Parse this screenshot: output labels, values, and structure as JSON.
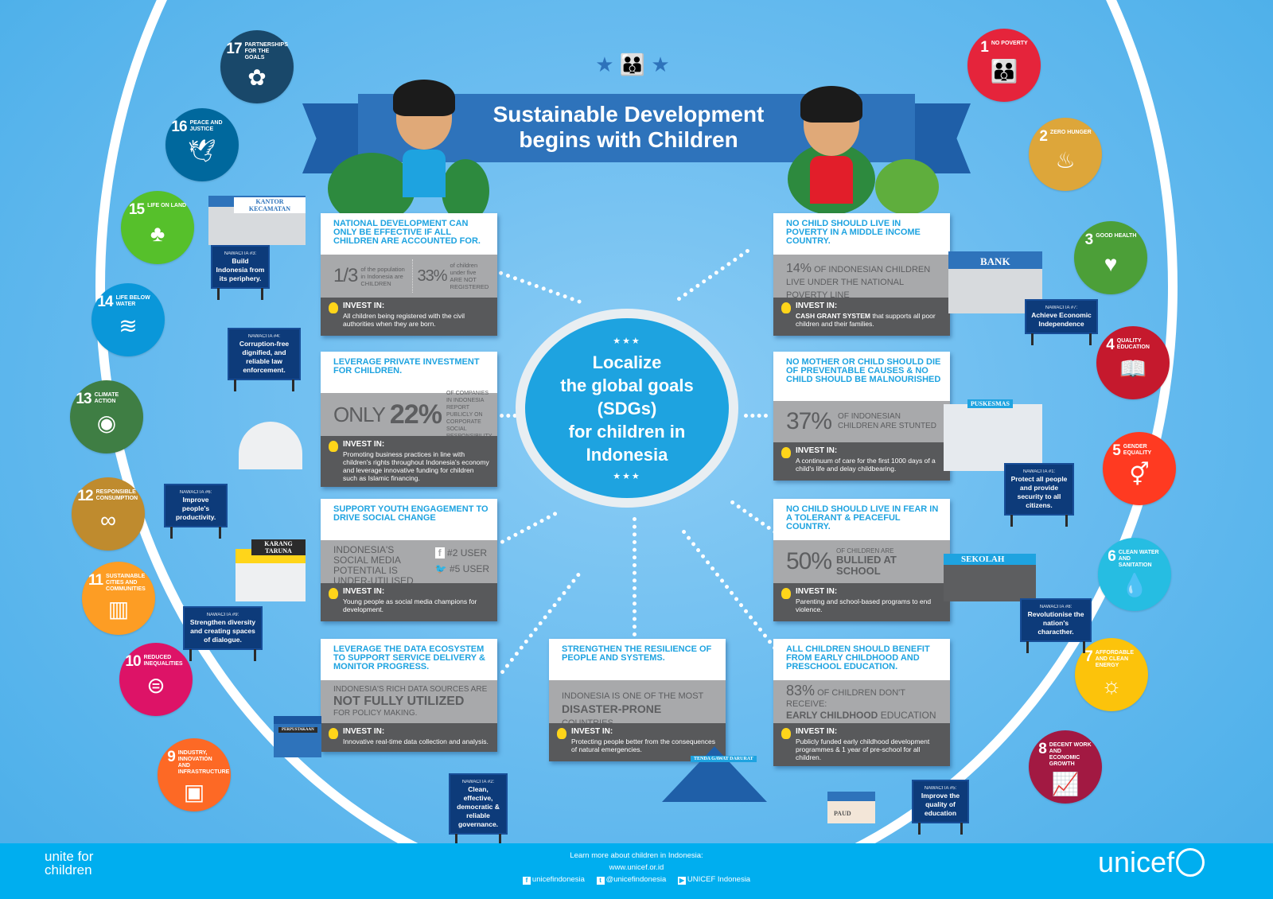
{
  "header": {
    "title_line1": "Sustainable Development",
    "title_line2": "begins with Children",
    "top_icon": "★ 👪 ★"
  },
  "center": {
    "stars": "★★★",
    "line1": "Localize",
    "line2": "the global goals",
    "line3": "(SDGs)",
    "line4": "for children in",
    "line5": "Indonesia"
  },
  "cards": [
    {
      "heading": "National development can only be effective if all children are accounted for.",
      "stat_a_big": "1/3",
      "stat_a_text": "of the population in Indonesia are CHILDREN",
      "stat_b_big": "33%",
      "stat_b_text": "of children under five ARE NOT REGISTERED",
      "invest_label": "INVEST IN:",
      "invest_text": "All children being registered with the civil authorities when they are born."
    },
    {
      "heading": "Leverage private investment for children.",
      "stat_prefix": "ONLY",
      "stat_big": "22%",
      "stat_text": "OF COMPANIES IN INDONESIA REPORT PUBLICLY ON CORPORATE SOCIAL RESPONSIBILITY",
      "invest_label": "INVEST IN:",
      "invest_text": "Promoting business practices in line with children's rights throughout Indonesia's economy and leverage innovative funding for children such as Islamic financing."
    },
    {
      "heading": "Support youth engagement to drive social change",
      "stat_text": "INDONESIA'S SOCIAL MEDIA POTENTIAL IS UNDER-UTILISED",
      "facebook_rank": "#2 USER",
      "twitter_rank": "#5 USER",
      "invest_label": "INVEST IN:",
      "invest_text": "Young people as social media champions for development."
    },
    {
      "heading": "Leverage the data ecosystem to support service delivery & monitor progress.",
      "stat_line1": "INDONESIA'S RICH DATA SOURCES ARE",
      "stat_bold": "NOT FULLY UTILIZED",
      "stat_line3": "FOR POLICY MAKING.",
      "invest_label": "INVEST IN:",
      "invest_text": "Innovative real-time data collection and analysis."
    },
    {
      "heading": "Strengthen the resilience of people and systems.",
      "stat_line1": "INDONESIA IS ONE OF THE MOST",
      "stat_bold": "DISASTER-PRONE",
      "stat_tail": "COUNTRIES.",
      "invest_label": "INVEST IN:",
      "invest_text": "Protecting people better from the consequences of natural emergencies."
    },
    {
      "heading": "No child should live in poverty in a middle income country.",
      "stat_big": "14%",
      "stat_text": "OF INDONESIAN CHILDREN LIVE UNDER THE NATIONAL POVERTY LINE",
      "invest_label": "INVEST IN:",
      "invest_em": "CASH GRANT SYSTEM",
      "invest_text": "that supports all poor children and their families."
    },
    {
      "heading": "No mother or child should die of preventable causes & no child should be malnourished",
      "stat_big": "37%",
      "stat_text": "OF INDONESIAN CHILDREN ARE STUNTED",
      "invest_label": "INVEST IN:",
      "invest_text": "A continuum of care for the first 1000 days of a child's life and delay childbearing."
    },
    {
      "heading": "No child should live in fear in a tolerant & peaceful country.",
      "stat_big": "50%",
      "stat_small": "OF CHILDREN ARE",
      "stat_bold": "BULLIED AT SCHOOL",
      "invest_label": "INVEST IN:",
      "invest_text": "Parenting and school-based programs to end violence."
    },
    {
      "heading": "All children should benefit from early childhood and preschool education.",
      "stat_big": "83%",
      "stat_text": "OF CHILDREN DON'T RECEIVE:",
      "stat_bold": "EARLY CHILDHOOD",
      "stat_tail": "EDUCATION",
      "invest_label": "INVEST IN:",
      "invest_text": "Publicly funded early childhood development programmes & 1 year of pre-school for all children."
    }
  ],
  "sdgs": [
    {
      "num": "1",
      "label": "No Poverty",
      "icon": "👪",
      "color": "#e5243b"
    },
    {
      "num": "2",
      "label": "Zero Hunger",
      "icon": "♨",
      "color": "#dda63a"
    },
    {
      "num": "3",
      "label": "Good Health",
      "icon": "♥",
      "color": "#4c9f38"
    },
    {
      "num": "4",
      "label": "Quality Education",
      "icon": "📖",
      "color": "#c5192d"
    },
    {
      "num": "5",
      "label": "Gender Equality",
      "icon": "⚥",
      "color": "#ff3a21"
    },
    {
      "num": "6",
      "label": "Clean Water and Sanitation",
      "icon": "💧",
      "color": "#26bde2"
    },
    {
      "num": "7",
      "label": "Affordable and Clean Energy",
      "icon": "☼",
      "color": "#fcc30b"
    },
    {
      "num": "8",
      "label": "Decent Work and Economic Growth",
      "icon": "📈",
      "color": "#a21942"
    },
    {
      "num": "9",
      "label": "Industry, Innovation and Infrastructure",
      "icon": "▣",
      "color": "#fd6925"
    },
    {
      "num": "10",
      "label": "Reduced Inequalities",
      "icon": "⊜",
      "color": "#dd1367"
    },
    {
      "num": "11",
      "label": "Sustainable Cities and Communities",
      "icon": "▥",
      "color": "#fd9d24"
    },
    {
      "num": "12",
      "label": "Responsible Consumption",
      "icon": "∞",
      "color": "#bf8b2e"
    },
    {
      "num": "13",
      "label": "Climate Action",
      "icon": "◉",
      "color": "#3f7e44"
    },
    {
      "num": "14",
      "label": "Life Below Water",
      "icon": "≋",
      "color": "#0a97d9"
    },
    {
      "num": "15",
      "label": "Life on Land",
      "icon": "♣",
      "color": "#56c02b"
    },
    {
      "num": "16",
      "label": "Peace and Justice",
      "icon": "🕊",
      "color": "#00689d"
    },
    {
      "num": "17",
      "label": "Partnerships for the Goals",
      "icon": "✿",
      "color": "#19486a"
    }
  ],
  "nawacita": [
    {
      "kicker": "NAWACITA #1:",
      "msg": "Protect all people and provide security to all citizens."
    },
    {
      "kicker": "NAWACITA #2:",
      "msg": "Clean, effective, democratic & reliable governance."
    },
    {
      "kicker": "NAWACITA #3:",
      "msg": "Build Indonesia from its periphery."
    },
    {
      "kicker": "NAWACITA #4:",
      "msg": "Corruption-free dignified, and reliable law enforcement."
    },
    {
      "kicker": "NAWACITA #5:",
      "msg": "Improve the quality of education"
    },
    {
      "kicker": "NAWACITA #6:",
      "msg": "Improve people's productivity."
    },
    {
      "kicker": "NAWACITA #7:",
      "msg": "Achieve Economic Independence"
    },
    {
      "kicker": "NAWACITA #8:",
      "msg": "Revolutionise the nation's characther."
    },
    {
      "kicker": "NAWACITA #9:",
      "msg": "Strengthen diversity and creating spaces of dialogue."
    }
  ],
  "buildings": {
    "kecamatan": "KANTOR KECAMATAN",
    "bank": "BANK",
    "puskesmas": "PUSKESMAS",
    "karang_taruna": "KARANG TARUNA",
    "sekolah": "SEKOLAH",
    "perpustakaan": "PERPUSTAKAAN",
    "tenda": "TENDA GAWAT DARURAT",
    "paud": "PAUD"
  },
  "footer": {
    "slogan_line1": "unite for",
    "slogan_line2": "children",
    "learn_more": "Learn more about children in Indonesia:",
    "website": "www.unicef.or.id",
    "facebook": "unicefindonesia",
    "twitter": "@unicefindonesia",
    "youtube": "UNICEF Indonesia",
    "logo": "unicef"
  }
}
